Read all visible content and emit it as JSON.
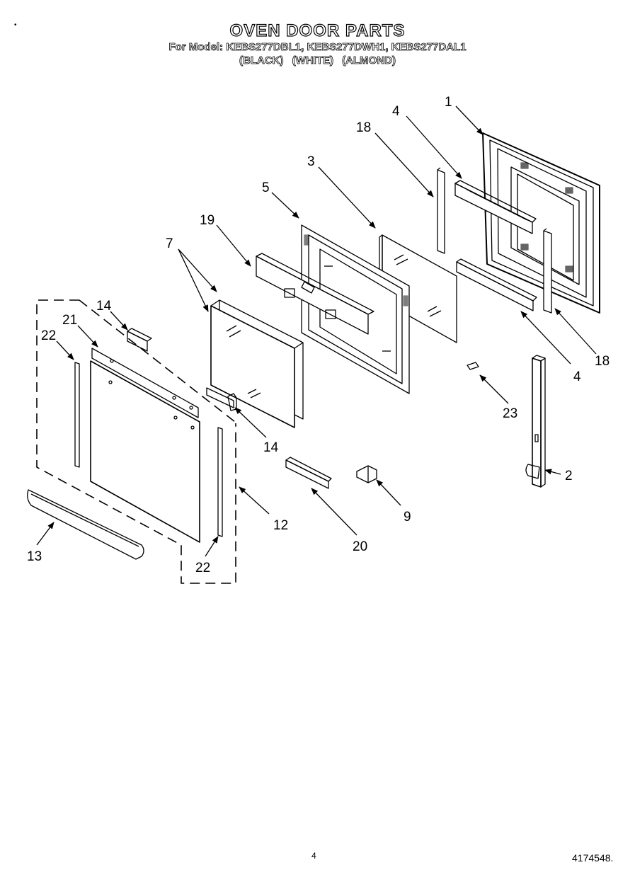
{
  "header": {
    "title": "OVEN DOOR PARTS",
    "subtitle": "For Model: KEBS277DBL1, KEBS277DWH1, KEBS277DAL1",
    "variants": "(BLACK)   (WHITE)   (ALMOND)"
  },
  "callouts": {
    "c1": "1",
    "c2": "2",
    "c3": "3",
    "c4a": "4",
    "c4b": "4",
    "c5": "5",
    "c7": "7",
    "c9": "9",
    "c12": "12",
    "c13": "13",
    "c14a": "14",
    "c14b": "14",
    "c18a": "18",
    "c18b": "18",
    "c19": "19",
    "c20": "20",
    "c21": "21",
    "c22a": "22",
    "c22b": "22",
    "c23": "23"
  },
  "footer": {
    "page_number": "4",
    "doc_number": "4174548."
  },
  "marks": {
    "corner": "•"
  }
}
